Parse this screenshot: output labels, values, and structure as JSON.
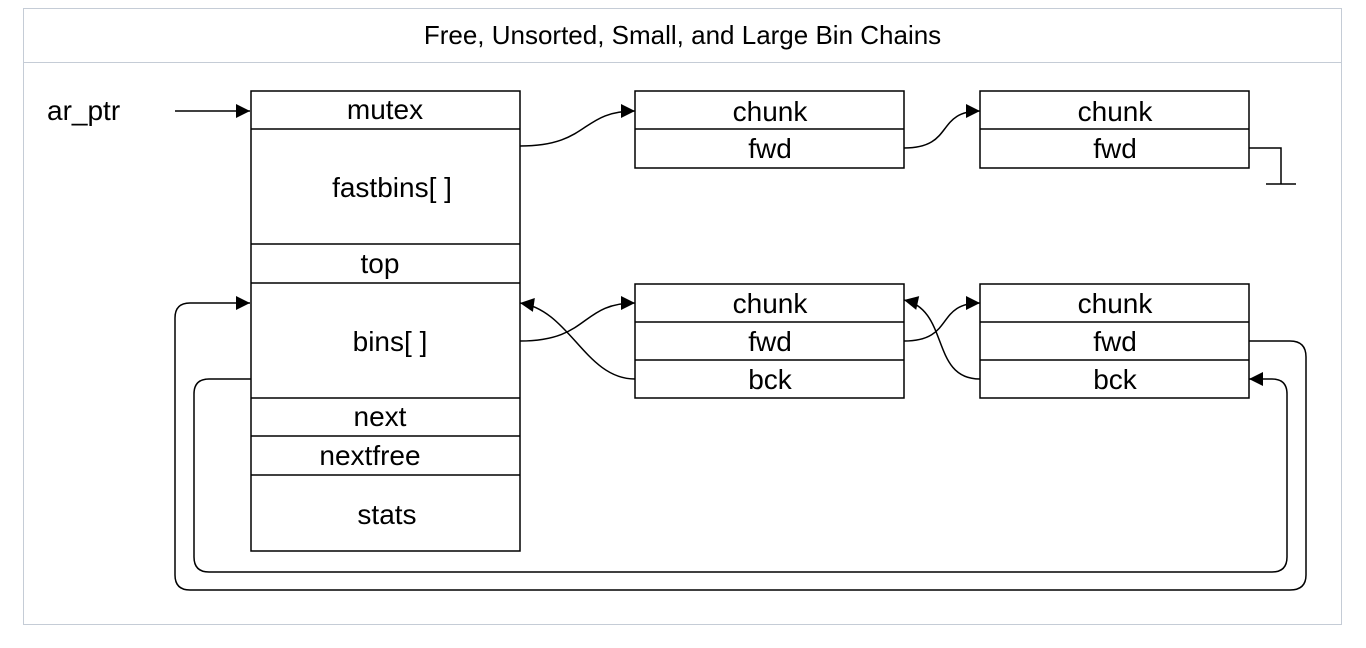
{
  "title": "Free, Unsorted, Small, and Large Bin Chains",
  "pointer_label": "ar_ptr",
  "arena": {
    "fields": [
      "mutex",
      "fastbins[ ]",
      "top",
      "bins[ ]",
      "next",
      "nextfree",
      "stats"
    ]
  },
  "fast_chain": [
    {
      "fields": [
        "chunk",
        "fwd"
      ]
    },
    {
      "fields": [
        "chunk",
        "fwd"
      ]
    }
  ],
  "bin_chain": [
    {
      "fields": [
        "chunk",
        "fwd",
        "bck"
      ]
    },
    {
      "fields": [
        "chunk",
        "fwd",
        "bck"
      ]
    }
  ]
}
